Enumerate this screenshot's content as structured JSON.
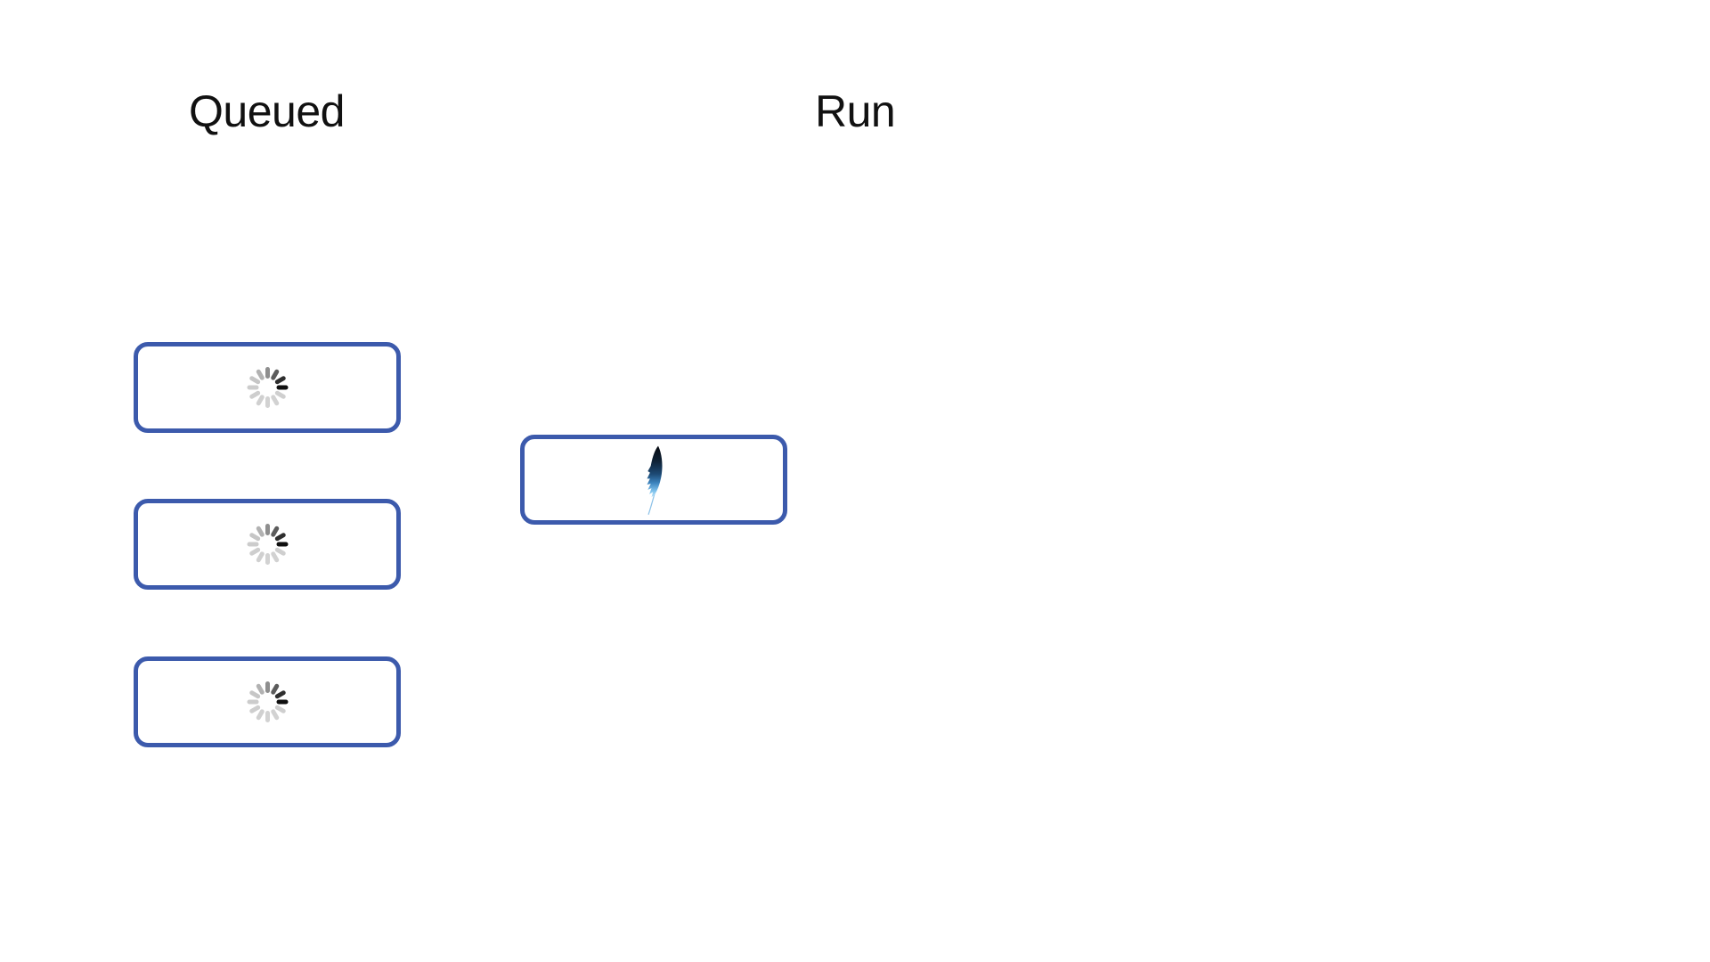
{
  "headings": {
    "queued": "Queued",
    "run": "Run"
  },
  "columns": [
    {
      "name": "queued",
      "heading_ref": "headings.queued",
      "cards": 3
    },
    {
      "name": "run",
      "heading_ref": "headings.run",
      "cards": 1
    }
  ],
  "queued_cards": [
    {
      "icon": "spinner-icon",
      "state": "loading"
    },
    {
      "icon": "spinner-icon",
      "state": "loading"
    },
    {
      "icon": "spinner-icon",
      "state": "loading"
    }
  ],
  "run_cards": [
    {
      "icon": "feather-icon",
      "state": "loaded"
    }
  ],
  "colors": {
    "page_background": "#ffffff",
    "card_border": "#3c5aac",
    "heading_text": "#111111"
  },
  "icons": {
    "spinner": {
      "name": "spinner-icon",
      "segment_colors": [
        "#8e8e8e",
        "#5c5c5c",
        "#2e2e2e",
        "#0f0f0f",
        "#cfcfcf",
        "#d2d2d2",
        "#d2d2d2",
        "#d0d0d0",
        "#cecece",
        "#cccccc",
        "#c6c6c6",
        "#b2b2b2"
      ]
    },
    "feather": {
      "name": "feather-icon",
      "gradient": [
        "#06090f",
        "#0e2236",
        "#1d4a75",
        "#3c83bd",
        "#7fc2ec",
        "#b9e2f8"
      ],
      "quill_color": "#8fc3e8"
    }
  }
}
